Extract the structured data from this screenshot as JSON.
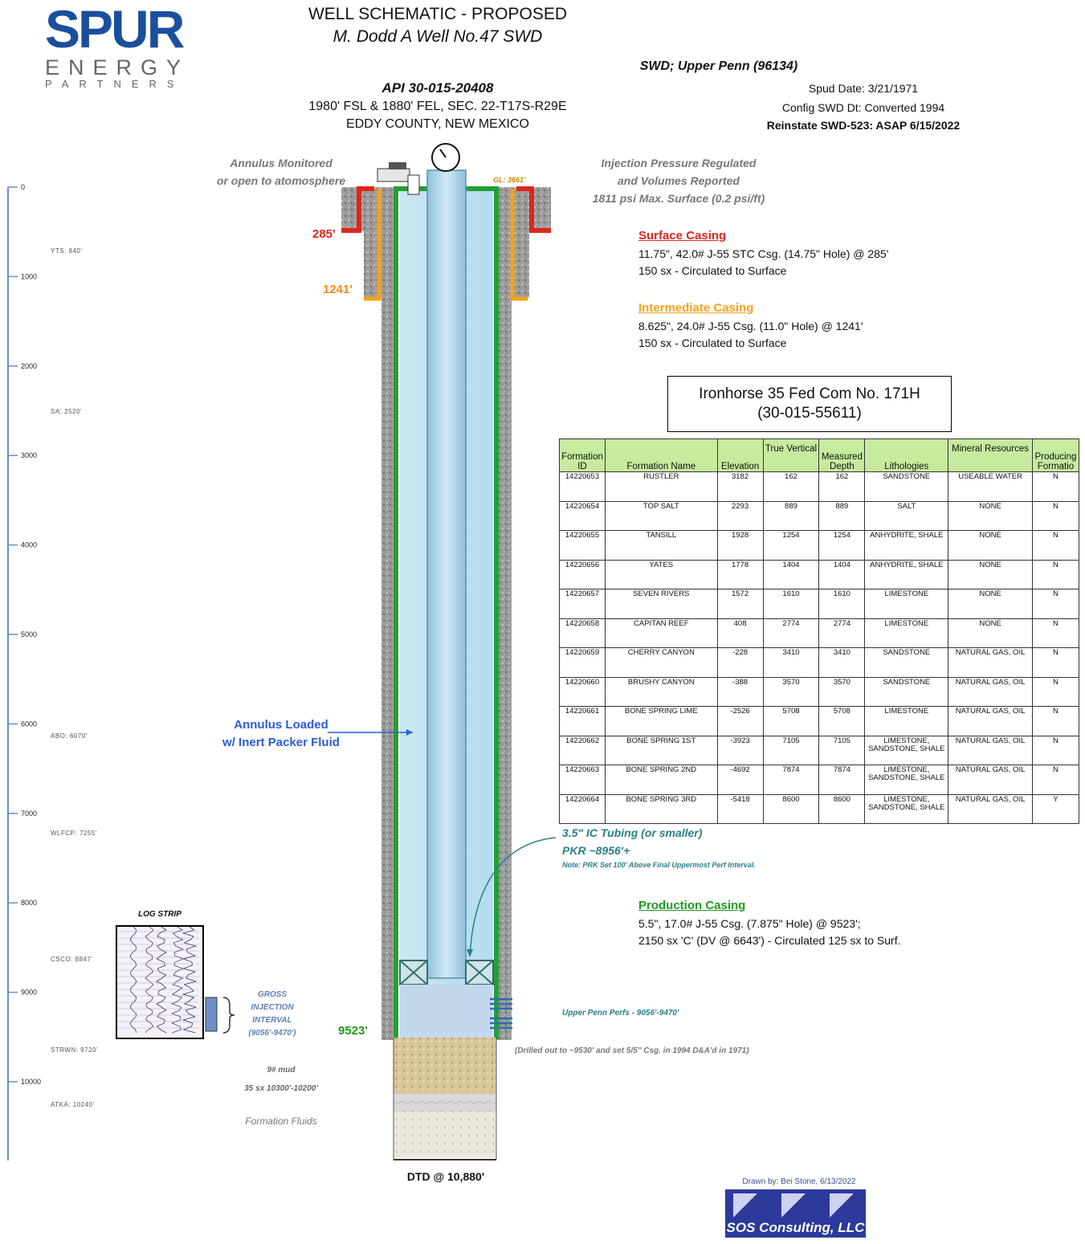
{
  "logo": {
    "main": "SPUR",
    "sub1": "ENERGY",
    "sub2": "PARTNERS"
  },
  "header": {
    "title": "WELL SCHEMATIC - PROPOSED",
    "subtitle": "M. Dodd A Well No.47 SWD",
    "api": "API 30-015-20408",
    "location1": "1980' FSL & 1880' FEL, SEC. 22-T17S-R29E",
    "location2": "EDDY COUNTY, NEW MEXICO",
    "swd": "SWD; Upper Penn (96134)",
    "spud": "Spud Date: 3/21/1971",
    "config": "Config SWD Dt: Converted 1994",
    "reinstate": "Reinstate SWD-523: ASAP 6/15/2022"
  },
  "annotations": {
    "annulus1": "Annulus Monitored",
    "annulus2": "or open to atomosphere",
    "gl": "GL: 3661'",
    "inj1": "Injection Pressure Regulated",
    "inj2": "and Volumes Reported",
    "inj3": "1811 psi Max. Surface (0.2 psi/ft)",
    "depth285": "285'",
    "depth1241": "1241'",
    "depth9523": "9523'",
    "annulus_loaded1": "Annulus Loaded",
    "annulus_loaded2": "w/ Inert Packer Fluid",
    "tubing1": "3.5\" IC Tubing (or smaller)",
    "tubing2": "PKR ~8956'+",
    "tubing_note": "Note: PRK Set 100' Above Final Uppermost Perf Interval.",
    "perfs": "Upper Penn Perfs - 9056'-9470'",
    "drilled": "(Drilled out to ~9530' and set 5/5\" Csg. in 1994 D&A'd in 1971)",
    "log_strip": "LOG STRIP",
    "gross1": "GROSS",
    "gross2": "INJECTION",
    "gross3": "INTERVAL",
    "gross4": "(9056'-9470')",
    "mud": "9# mud",
    "cement": "35 sx 10300'-10200'",
    "fluids": "Formation Fluids",
    "dtd": "DTD @ 10,880'"
  },
  "casing": {
    "surface": {
      "title": "Surface Casing",
      "line1": "11.75\", 42.0# J-55 STC Csg. (14.75\" Hole) @ 285'",
      "line2": "150 sx - Circulated to Surface"
    },
    "intermediate": {
      "title": "Intermediate Casing",
      "line1": "8.625\", 24.0# J-55 Csg. (11.0\" Hole) @ 1241'",
      "line2": "150 sx - Circulated to Surface"
    },
    "production": {
      "title": "Production Casing",
      "line1": "5.5\", 17.0# J-55 Csg. (7.875\" Hole) @ 9523';",
      "line2": "2150 sx 'C' (DV @ 6643') - Circulated 125 sx to Surf."
    }
  },
  "ironhorse": {
    "line1": "Ironhorse 35 Fed Com No. 171H",
    "line2": "(30-015-55611)"
  },
  "formation_table": {
    "headers": [
      "Formation ID",
      "Formation Name",
      "Elevation",
      "True Vertical",
      "Measured Depth",
      "Lithologies",
      "Mineral Resources",
      "Producing Formatio"
    ],
    "rows": [
      [
        "14220653",
        "RUSTLER",
        "3182",
        "162",
        "162",
        "SANDSTONE",
        "USEABLE WATER",
        "N"
      ],
      [
        "14220654",
        "TOP SALT",
        "2293",
        "889",
        "889",
        "SALT",
        "NONE",
        "N"
      ],
      [
        "14220655",
        "TANSILL",
        "1928",
        "1254",
        "1254",
        "ANHYDRITE, SHALE",
        "NONE",
        "N"
      ],
      [
        "14220656",
        "YATES",
        "1778",
        "1404",
        "1404",
        "ANHYDRITE, SHALE",
        "NONE",
        "N"
      ],
      [
        "14220657",
        "SEVEN RIVERS",
        "1572",
        "1610",
        "1610",
        "LIMESTONE",
        "NONE",
        "N"
      ],
      [
        "14220658",
        "CAPITAN REEF",
        "408",
        "2774",
        "2774",
        "LIMESTONE",
        "NONE",
        "N"
      ],
      [
        "14220659",
        "CHERRY CANYON",
        "-228",
        "3410",
        "3410",
        "SANDSTONE",
        "NATURAL GAS, OIL",
        "N"
      ],
      [
        "14220660",
        "BRUSHY CANYON",
        "-388",
        "3570",
        "3570",
        "SANDSTONE",
        "NATURAL GAS, OIL",
        "N"
      ],
      [
        "14220661",
        "BONE SPRING LIME",
        "-2526",
        "5708",
        "5708",
        "LIMESTONE",
        "NATURAL GAS, OIL",
        "N"
      ],
      [
        "14220662",
        "BONE SPRING 1ST",
        "-3923",
        "7105",
        "7105",
        "LIMESTONE, SANDSTONE, SHALE",
        "NATURAL GAS, OIL",
        "N"
      ],
      [
        "14220663",
        "BONE SPRING 2ND",
        "-4692",
        "7874",
        "7874",
        "LIMESTONE, SANDSTONE, SHALE",
        "NATURAL GAS, OIL",
        "N"
      ],
      [
        "14220664",
        "BONE SPRING 3RD",
        "-5418",
        "8600",
        "8600",
        "LIMESTONE, SANDSTONE, SHALE",
        "NATURAL GAS, OIL",
        "Y"
      ]
    ]
  },
  "depth_scale": [
    "0",
    "1000",
    "2000",
    "3000",
    "4000",
    "5000",
    "6000",
    "7000",
    "8000",
    "9000",
    "10000"
  ],
  "formation_tops": [
    "YTS: 840'",
    "SA: 2520'",
    "ABO: 6070'",
    "WLFCP: 7255'",
    "CSCO: 8847'",
    "STRWN: 9720'",
    "ATKA: 10240'"
  ],
  "footer": {
    "drawn": "Drawn by: Bei Stone, 6/13/2022",
    "company": "SOS Consulting, LLC"
  },
  "colors": {
    "surface": "#e0261b",
    "intermediate": "#f5a31a",
    "production": "#23a034",
    "tubing": "#9fcfe6"
  }
}
